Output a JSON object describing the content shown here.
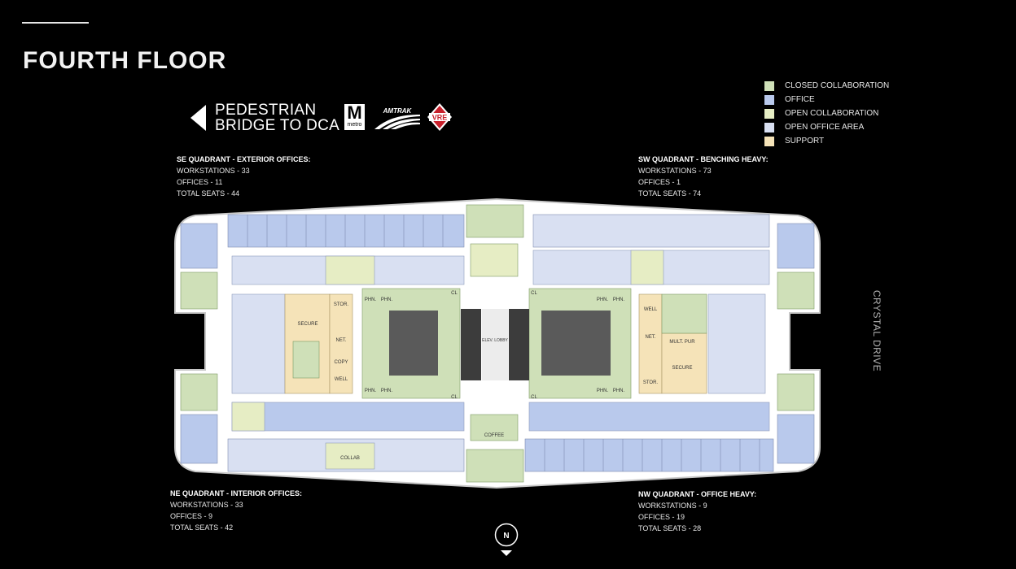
{
  "title": "FOURTH FLOOR",
  "legend": [
    {
      "label": "CLOSED COLLABORATION",
      "color": "#cfe0b8"
    },
    {
      "label": "OFFICE",
      "color": "#b9c9ec"
    },
    {
      "label": "OPEN COLLABORATION",
      "color": "#e6edc4"
    },
    {
      "label": "OPEN OFFICE AREA",
      "color": "#d9e0f2"
    },
    {
      "label": "SUPPORT",
      "color": "#f5e3b8"
    }
  ],
  "pedestrian": {
    "line1": "PEDESTRIAN",
    "line2": "BRIDGE TO DCA"
  },
  "logos": {
    "metro_letter": "M",
    "metro_text": "metro",
    "amtrak": "AMTRAK",
    "vre": "VRE"
  },
  "quadrants": {
    "se": {
      "title": "SE QUADRANT - EXTERIOR OFFICES:",
      "workstations": "WORKSTATIONS - 33",
      "offices": "OFFICES - 11",
      "total": "TOTAL SEATS - 44"
    },
    "sw": {
      "title": "SW QUADRANT - BENCHING HEAVY:",
      "workstations": "WORKSTATIONS - 73",
      "offices": "OFFICES - 1",
      "total": "TOTAL SEATS - 74"
    },
    "ne": {
      "title": "NE QUADRANT - INTERIOR OFFICES:",
      "workstations": "WORKSTATIONS - 33",
      "offices": "OFFICES - 9",
      "total": "TOTAL SEATS - 42"
    },
    "nw": {
      "title": "NW QUADRANT - OFFICE HEAVY:",
      "workstations": "WORKSTATIONS - 9",
      "offices": "OFFICES - 19",
      "total": "TOTAL SEATS - 28"
    }
  },
  "street": "CRYSTAL DRIVE",
  "north": "N",
  "plan_labels": {
    "secure": "SECURE",
    "stor": "STOR.",
    "net": "NET.",
    "copy": "COPY",
    "well": "WELL",
    "mult_pur": "MULT. PUR",
    "phn": "PHN.",
    "cl": "CL",
    "elev_lobby": "ELEV. LOBBY",
    "coffee": "COFFEE",
    "collab": "COLLAB"
  },
  "colors": {
    "closed": "#cfe0b8",
    "office": "#b9c9ec",
    "open_collab": "#e6edc4",
    "open_office": "#d9e0f2",
    "support": "#f5e3b8",
    "core": "#5a5a5a"
  }
}
